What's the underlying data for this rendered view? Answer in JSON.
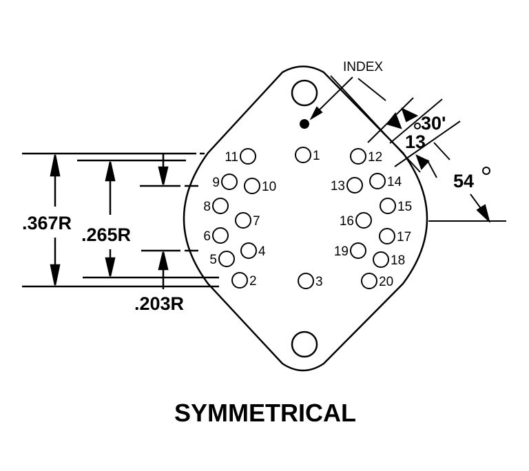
{
  "labels": {
    "index": "INDEX",
    "dim_367": ".367R",
    "dim_265": ".265R",
    "dim_203": ".203R",
    "angle_13": "13",
    "angle_30": "30'",
    "angle_54": "54",
    "title": "SYMMETRICAL"
  },
  "pins": [
    {
      "n": "1"
    },
    {
      "n": "2"
    },
    {
      "n": "3"
    },
    {
      "n": "4"
    },
    {
      "n": "5"
    },
    {
      "n": "6"
    },
    {
      "n": "7"
    },
    {
      "n": "8"
    },
    {
      "n": "9"
    },
    {
      "n": "10"
    },
    {
      "n": "11"
    },
    {
      "n": "12"
    },
    {
      "n": "13"
    },
    {
      "n": "14"
    },
    {
      "n": "15"
    },
    {
      "n": "16"
    },
    {
      "n": "17"
    },
    {
      "n": "18"
    },
    {
      "n": "19"
    },
    {
      "n": "20"
    }
  ]
}
